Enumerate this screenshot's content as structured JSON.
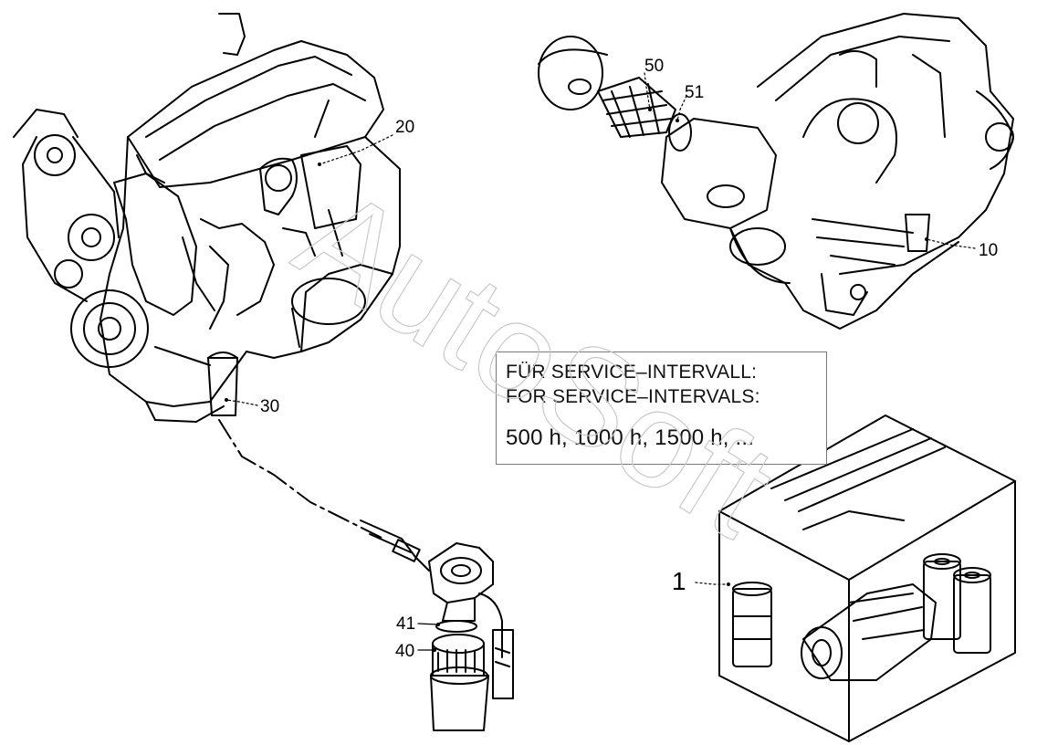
{
  "callouts": {
    "c20": "20",
    "c50": "50",
    "c51": "51",
    "c10": "10",
    "c30": "30",
    "c41": "41",
    "c40": "40",
    "c1": "1"
  },
  "service_box": {
    "line_de": "FÜR SERVICE–INTERVALL:",
    "line_en": "FOR SERVICE–INTERVALS:",
    "intervals": "500 h, 1000 h, 1500 h, ..."
  },
  "watermark": "AutoSoft",
  "colors": {
    "line": "#000000",
    "watermark": "#c8c8c8",
    "box_border": "#7a7a7a"
  }
}
